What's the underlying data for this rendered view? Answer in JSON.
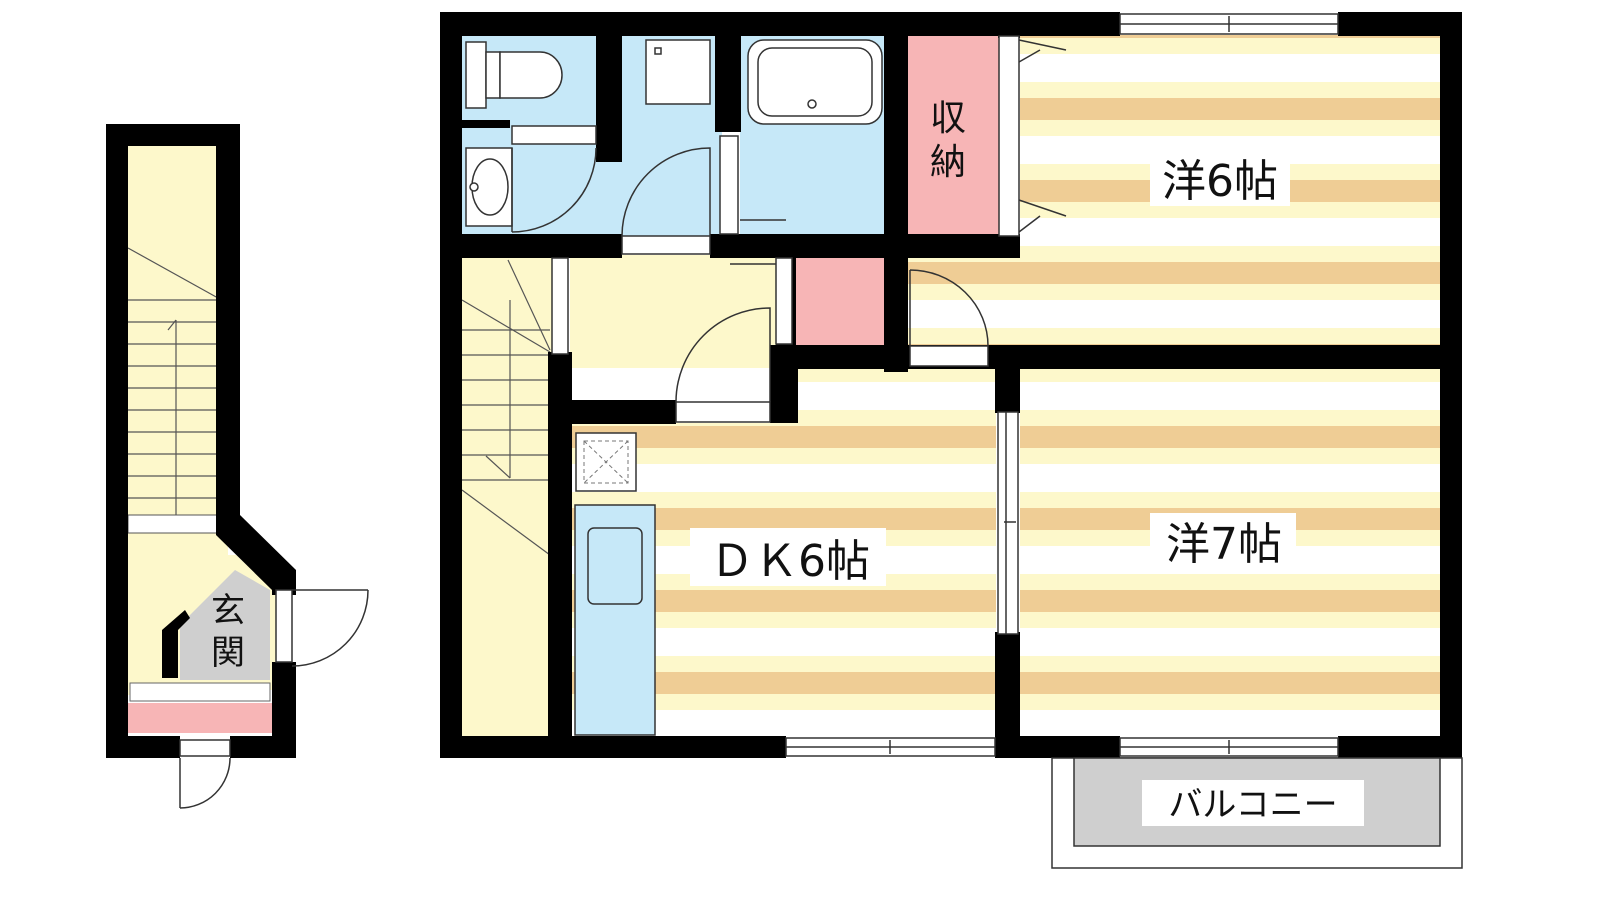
{
  "rooms": {
    "western_6": "洋6帖",
    "western_7": "洋7帖",
    "dk_6": "ＤＫ6帖",
    "storage_line1": "収",
    "storage_line2": "納",
    "entrance_line1": "玄",
    "entrance_line2": "関",
    "balcony": "バルコニー"
  },
  "colors": {
    "wall": "#000000",
    "wet_area": "#c6e8f8",
    "hall_floor": "#fdf8cb",
    "storage": "#f7b5b6",
    "stripe_light": "#fdf8cb",
    "stripe_dark": "#efcd95",
    "entrance_floor": "#cfcfcf",
    "balcony_floor": "#cfcfcf"
  }
}
